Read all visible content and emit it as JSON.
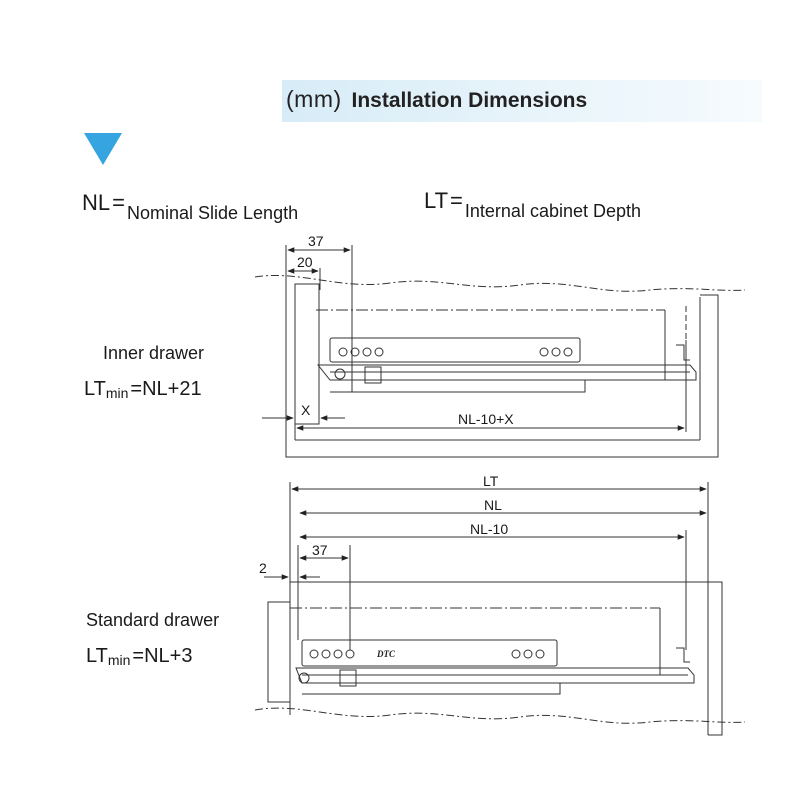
{
  "header": {
    "unit": "(mm)",
    "title": "Installation Dimensions"
  },
  "definitions": {
    "nl": {
      "abbr": "NL",
      "eq": "=",
      "text": "Nominal Slide Length"
    },
    "lt": {
      "abbr": "LT",
      "eq": "=",
      "text": "Internal cabinet Depth"
    }
  },
  "inner_drawer": {
    "label": "Inner drawer",
    "formula": {
      "prefix": "LT",
      "sub": "min",
      "rest": "=NL+21"
    },
    "dims": {
      "d37": "37",
      "d20": "20",
      "x": "X",
      "nl_x": "NL-10+X"
    }
  },
  "standard_drawer": {
    "label": "Standard drawer",
    "formula": {
      "prefix": "LT",
      "sub": "min",
      "rest": "=NL+3"
    },
    "dims": {
      "lt": "LT",
      "nl": "NL",
      "nl10": "NL-10",
      "d37": "37",
      "d2": "2"
    },
    "logo": "DTC"
  }
}
